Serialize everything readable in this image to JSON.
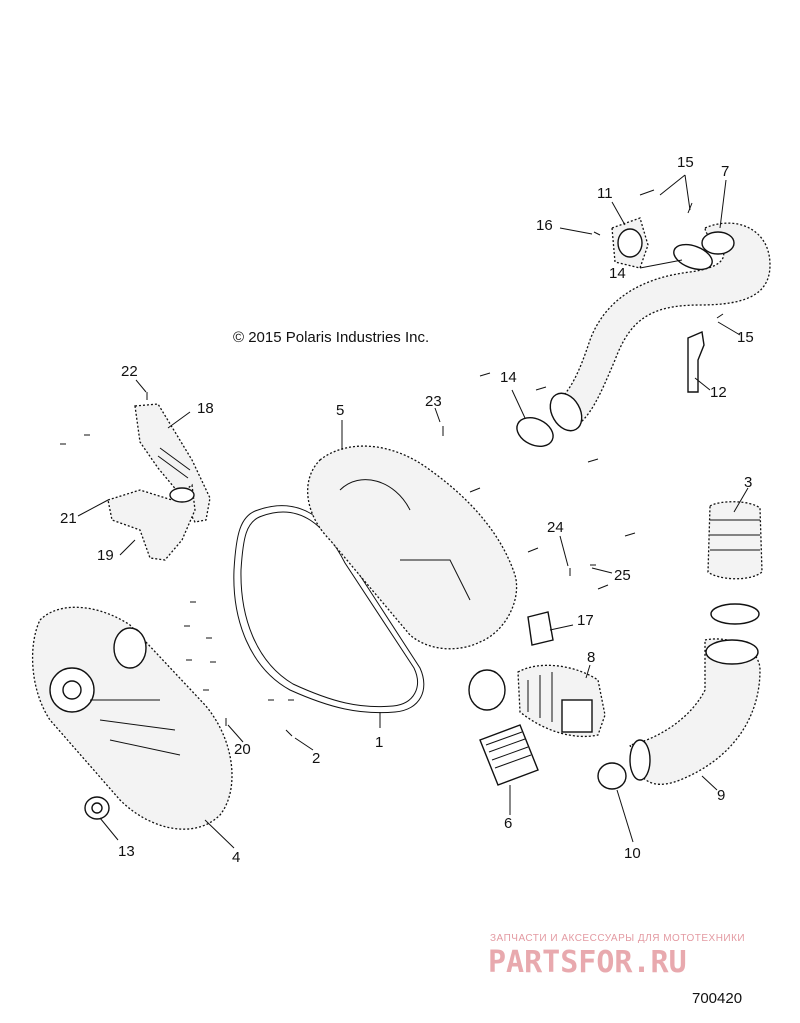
{
  "copyright": "© 2015 Polaris Industries Inc.",
  "document_number": "700420",
  "watermark": {
    "tagline": "ЗАПЧАСТИ И АКСЕССУАРЫ ДЛЯ МОТОТЕХНИКИ",
    "logo": "PARTSFOR.RU"
  },
  "callouts": [
    "1",
    "2",
    "3",
    "4",
    "5",
    "6",
    "7",
    "8",
    "9",
    "10",
    "11",
    "12",
    "13",
    "14",
    "15",
    "16",
    "17",
    "18",
    "19",
    "20",
    "21",
    "22",
    "23",
    "24",
    "25"
  ],
  "repeated_callouts": {
    "14b": "14",
    "15b": "15"
  }
}
